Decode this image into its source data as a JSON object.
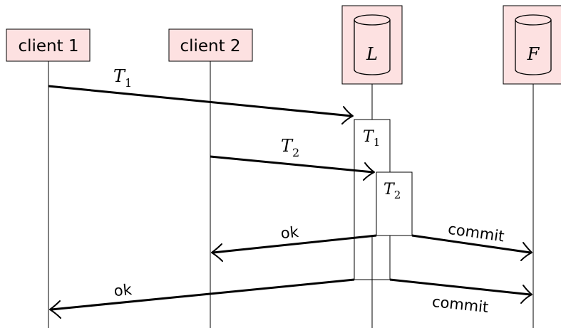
{
  "participants": {
    "client1": "client 1",
    "client2": "client 2",
    "leader": "L",
    "follower": "F"
  },
  "activations": {
    "t1": {
      "base": "T",
      "sub": "1"
    },
    "t2": {
      "base": "T",
      "sub": "2"
    }
  },
  "messages": {
    "t1": {
      "base": "T",
      "sub": "1"
    },
    "t2": {
      "base": "T",
      "sub": "2"
    },
    "ok1": "ok",
    "commit1": "commit",
    "ok2": "ok",
    "commit2": "commit"
  }
}
